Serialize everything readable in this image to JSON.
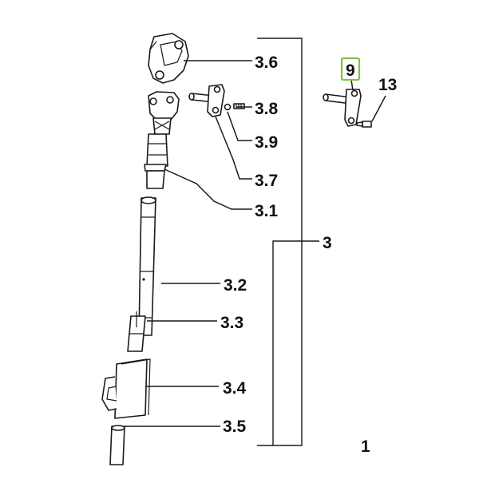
{
  "labels": {
    "l3_6": "3.6",
    "l3_8": "3.8",
    "l3_9": "3.9",
    "l3_7": "3.7",
    "l3_1": "3.1",
    "l3_2": "3.2",
    "l3_3": "3.3",
    "l3_4": "3.4",
    "l3_5": "3.5",
    "l3": "3",
    "l9": "9",
    "l13": "13",
    "l1": "1"
  },
  "colors": {
    "highlight": "#7dc242",
    "ink": "#1a1a1a"
  }
}
